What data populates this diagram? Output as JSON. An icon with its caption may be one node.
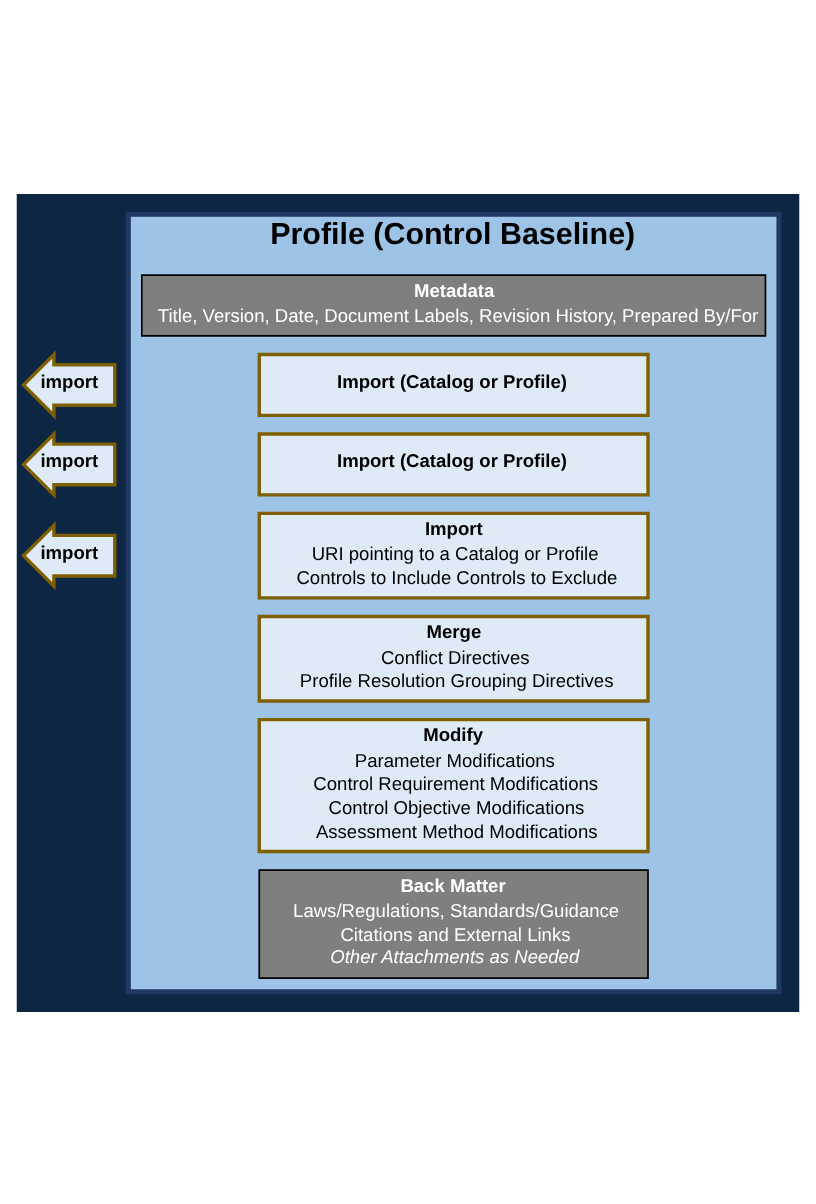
{
  "diagram": {
    "nodes": [
      {
        "text": [
          "Profile (Control Baseline)"
        ]
      },
      {
        "text": [
          "Metadata",
          "Title, Version, Date, Document Labels, Revision History, Prepared By/For"
        ],
        "in": 0
      },
      {
        "text": [
          "import"
        ]
      },
      {
        "text": [
          "Import (Catalog or Profile)"
        ],
        "in": 0
      },
      {
        "text": [
          "import"
        ]
      },
      {
        "text": [
          "Import (Catalog or Profile)"
        ],
        "in": 0
      },
      {
        "text": [
          "import"
        ]
      },
      {
        "text": [
          "Import",
          "URI pointing to a Catalog or Profile",
          "Controls to Include Controls to Exclude"
        ],
        "in": 0
      },
      {
        "text": [
          "Merge",
          "Conflict Directives",
          "Profile Resolution Grouping Directives"
        ],
        "in": 0
      },
      {
        "text": [
          "Modify",
          "Parameter Modifications",
          "Control Requirement Modifications",
          "Control Objective Modifications",
          "Assessment Method Modifications"
        ],
        "in": 0
      },
      {
        "text": [
          "Back Matter",
          "Laws/Regulations, Standards/Guidance",
          "Citations and External Links",
          "Other Attachments as Needed"
        ],
        "in": 0
      }
    ],
    "edges": []
  }
}
